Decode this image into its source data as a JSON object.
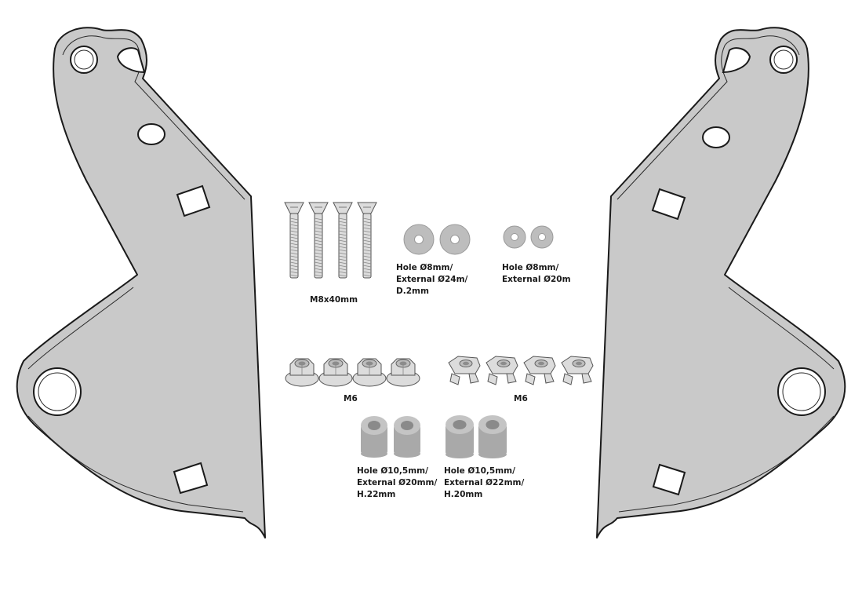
{
  "labels": {
    "bolt": "M8x40mm",
    "washer_large": [
      "Hole Ø8mm/",
      "External Ø24m/",
      "D.2mm"
    ],
    "washer_small": [
      "Hole Ø8mm/",
      "External Ø20m"
    ],
    "flange_nut": "M6",
    "cage_nut": "M6",
    "spacer_22": [
      "Hole Ø10,5mm/",
      "External Ø20mm/",
      "H.22mm"
    ],
    "spacer_20": [
      "Hole Ø10,5mm/",
      "External Ø22mm/",
      "H.20mm"
    ]
  },
  "quantities": {
    "bolts": 4,
    "washers_large": 2,
    "washers_small": 2,
    "flange_nuts": 4,
    "cage_nuts": 4,
    "spacers_22": 2,
    "spacers_20": 2
  },
  "colors": {
    "plate_fill": "#c9c9c9",
    "outline": "#1a1a1a",
    "hardware": "#dcdcdc",
    "spacer": "#a9a9a9"
  }
}
